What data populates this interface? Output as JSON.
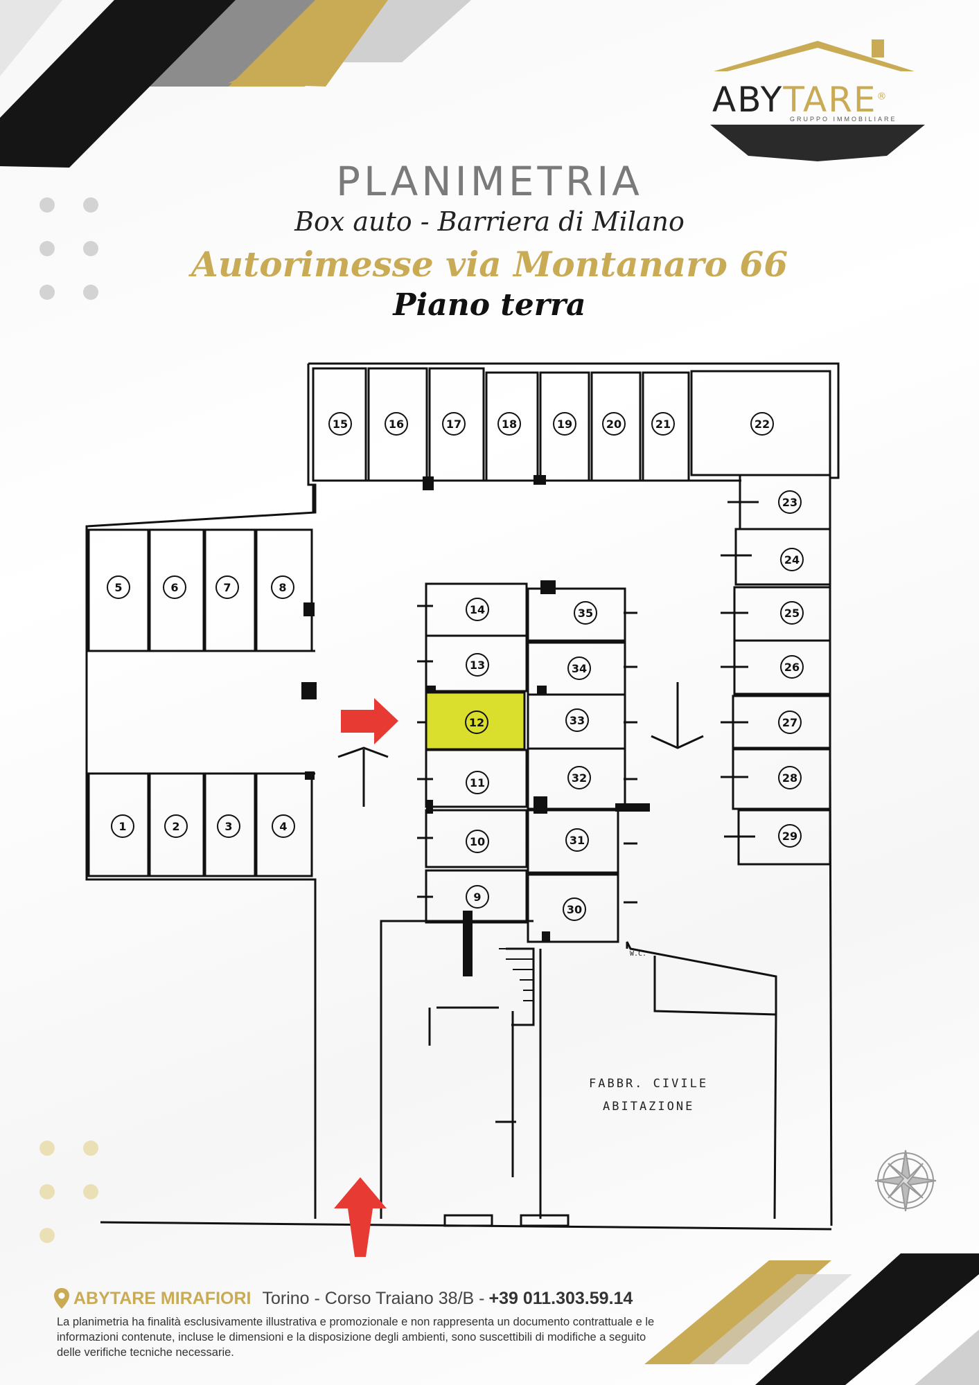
{
  "header": {
    "title": "PLANIMETRIA",
    "subtitle": "Box auto - Barriera di Milano",
    "address": "Autorimesse via Montanaro 66",
    "floor": "Piano terra"
  },
  "logo": {
    "brand_left": "ABY",
    "brand_right": "TARE",
    "registered": "®",
    "tagline": "GRUPPO IMMOBILIARE"
  },
  "colors": {
    "gold": "#c9ab55",
    "highlight": "#d9df2c",
    "arrow": "#e63a32",
    "black": "#151515",
    "gray": "#8c8c8c",
    "lightgray": "#d9d9d9"
  },
  "plan": {
    "boxes": {
      "b1": "1",
      "b2": "2",
      "b3": "3",
      "b4": "4",
      "b5": "5",
      "b6": "6",
      "b7": "7",
      "b8": "8",
      "b9": "9",
      "b10": "10",
      "b11": "11",
      "b12": "12",
      "b13": "13",
      "b14": "14",
      "b15": "15",
      "b16": "16",
      "b17": "17",
      "b18": "18",
      "b19": "19",
      "b20": "20",
      "b21": "21",
      "b22": "22",
      "b23": "23",
      "b24": "24",
      "b25": "25",
      "b26": "26",
      "b27": "27",
      "b28": "28",
      "b29": "29",
      "b30": "30",
      "b31": "31",
      "b32": "32",
      "b33": "33",
      "b34": "34",
      "b35": "35"
    },
    "highlighted_box": "12",
    "building_label_1": "FABBR. CIVILE",
    "building_label_2": "ABITAZIONE",
    "wc_label": "W.C."
  },
  "footer": {
    "icon": "map-pin-icon",
    "brand": "ABYTARE MIRAFIORI",
    "address": "Torino - Corso Traiano 38/B -",
    "phone": "+39 011.303.59.14",
    "disclaimer": "La planimetria ha finalità esclusivamente illustrativa e promozionale e non rappresenta un documento contrattuale e le informazioni contenute, incluse le dimensioni e la disposizione degli ambienti, sono suscettibili di modifiche a seguito delle verifiche tecniche necessarie."
  }
}
